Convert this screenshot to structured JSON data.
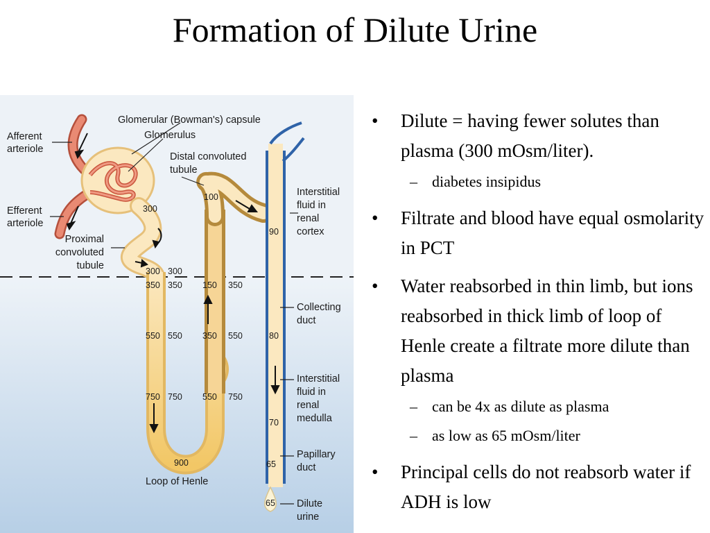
{
  "title": "Formation of Dilute Urine",
  "diagram": {
    "labels": {
      "afferent": [
        "Afferent",
        "arteriole"
      ],
      "efferent": [
        "Efferent",
        "arteriole"
      ],
      "capsule": "Glomerular (Bowman's) capsule",
      "glomerulus": "Glomerulus",
      "dct": [
        "Distal convoluted",
        "tubule"
      ],
      "pct": [
        "Proximal",
        "convoluted",
        "tubule"
      ],
      "cortex_fluid": [
        "Interstitial",
        "fluid in",
        "renal",
        "cortex"
      ],
      "collecting": [
        "Collecting",
        "duct"
      ],
      "medulla_fluid": [
        "Interstitial",
        "fluid in",
        "renal",
        "medulla"
      ],
      "papillary": [
        "Papillary",
        "duct"
      ],
      "loop": "Loop of Henle",
      "dilute": [
        "Dilute",
        "urine"
      ]
    },
    "values": {
      "pct": "300",
      "loop_top_in": "300",
      "loop_top_out": "300",
      "desc": [
        "350",
        "550",
        "750"
      ],
      "desc_int": [
        "350",
        "550",
        "750"
      ],
      "asc": [
        "150",
        "350",
        "550"
      ],
      "asc_int": [
        "350",
        "550",
        "750"
      ],
      "bottom": "900",
      "dct": "100",
      "cd": [
        "90",
        "80",
        "70",
        "65"
      ],
      "urine": "65"
    }
  },
  "bullets": [
    {
      "level": 1,
      "text": "Dilute = having fewer solutes than plasma (300 mOsm/liter)."
    },
    {
      "level": 2,
      "text": "diabetes insipidus"
    },
    {
      "level": 1,
      "text": "Filtrate and blood have equal osmolarity in PCT"
    },
    {
      "level": 1,
      "text": "Water reabsorbed in thin limb, but ions reabsorbed in thick limb of loop of Henle create a filtrate more dilute than plasma"
    },
    {
      "level": 2,
      "text": "can be 4x as dilute as plasma"
    },
    {
      "level": 2,
      "text": "as low as 65 mOsm/liter"
    },
    {
      "level": 1,
      "text": "Principal cells do not reabsorb water if ADH  is low"
    }
  ],
  "bullet_symbols": {
    "level1": "•",
    "level2": "–"
  }
}
